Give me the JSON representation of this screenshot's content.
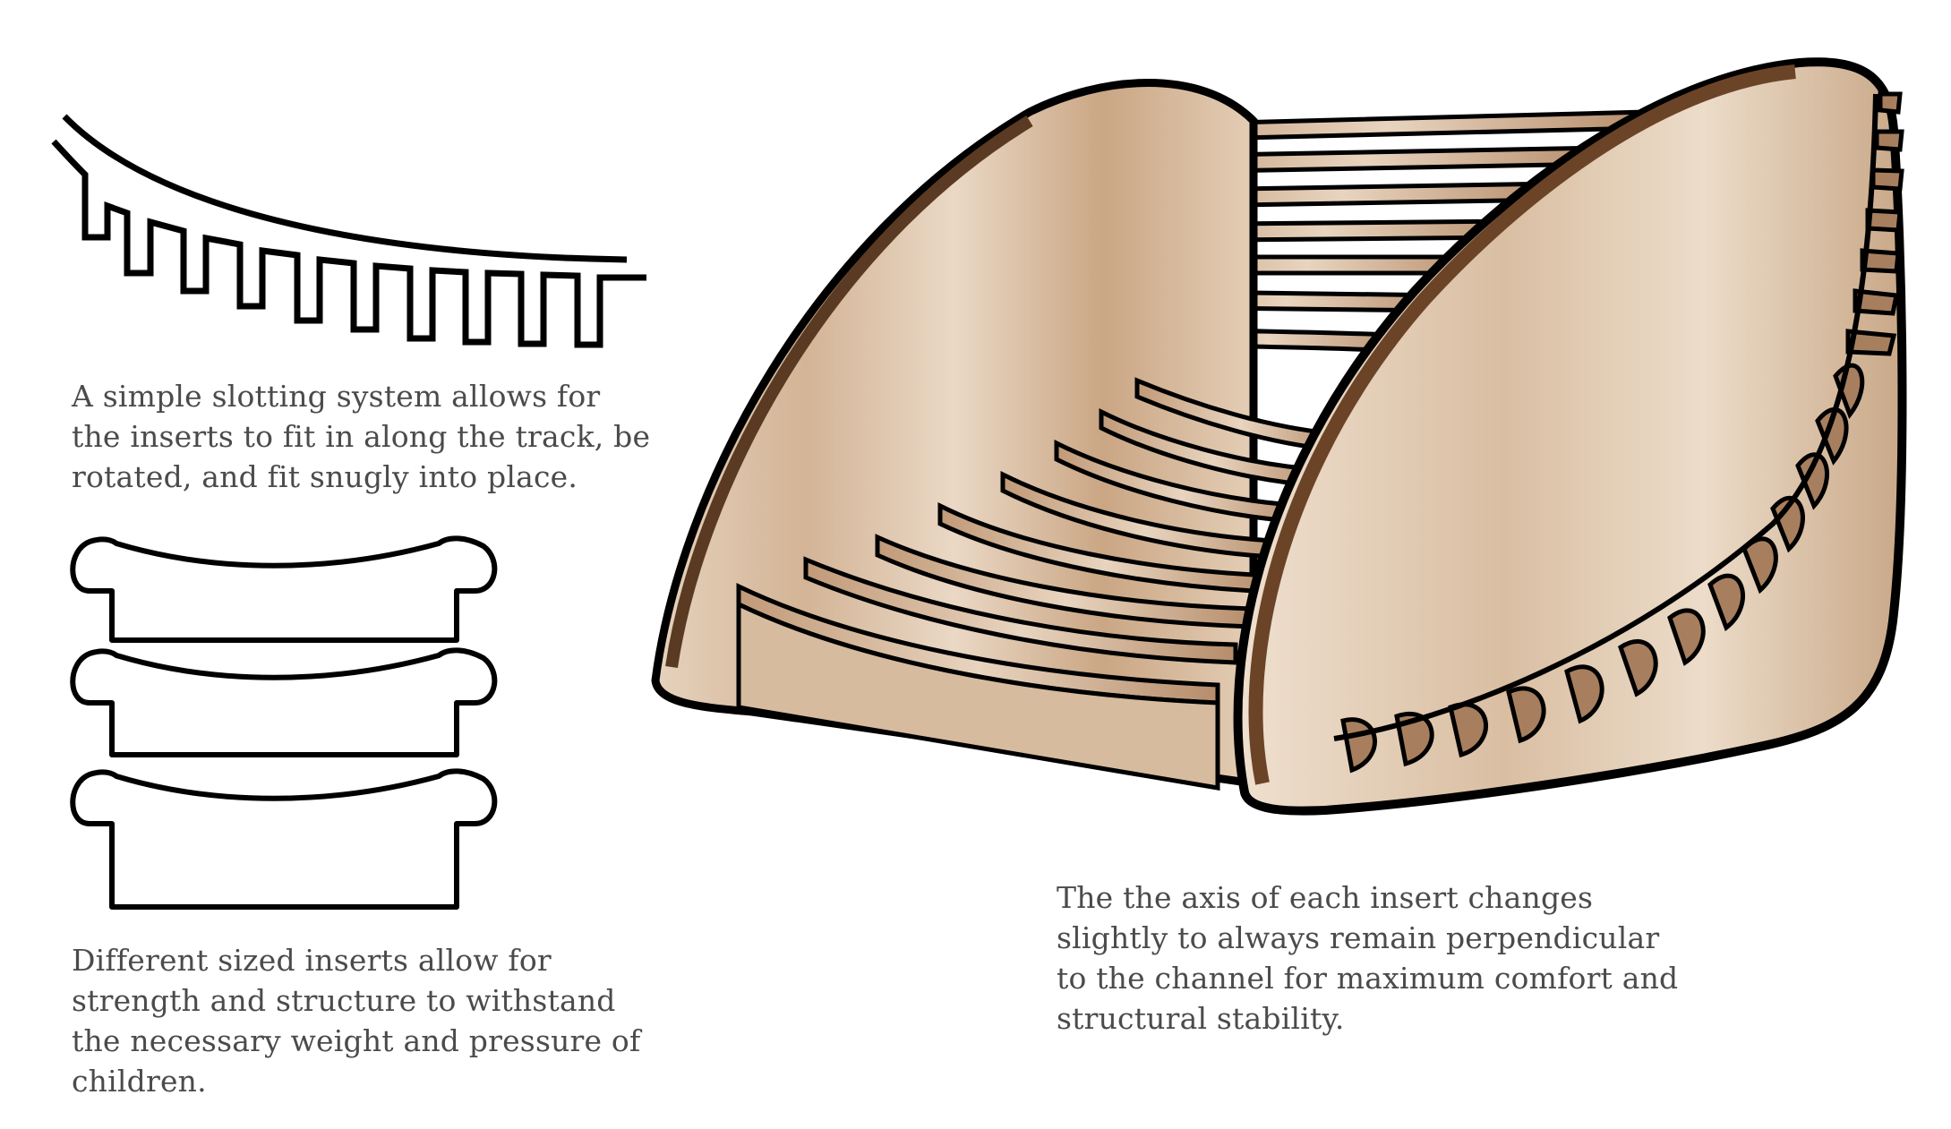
{
  "captions": {
    "slotting": "A simple slotting system allows for\nthe inserts to fit in along the track, be\nrotated, and fit snugly into place.",
    "inserts": "Different sized inserts allow for\nstrength and structure to withstand\nthe necessary weight and pressure of\nchildren.",
    "axis": "The the axis of each insert changes\nslightly to always remain perpendicular\nto the channel for maximum comfort and\nstructural stability."
  },
  "colors": {
    "outline": "#000000",
    "wood_light": "#e9d5c0",
    "wood_mid": "#c9a587",
    "wood_dark": "#6b4428",
    "text": "#4b4b4b"
  }
}
